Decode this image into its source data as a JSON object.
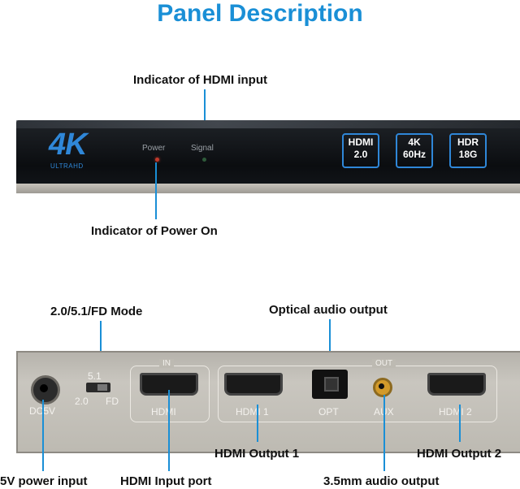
{
  "title": "Panel Description",
  "front": {
    "callout_signal": "Indicator of HDMI input",
    "callout_power": "Indicator of Power On",
    "logo_main": "4K",
    "logo_sub": "ULTRAHD",
    "power_label": "Power",
    "signal_label": "Signal",
    "badges": [
      {
        "line1": "HDMI",
        "line2": "2.0"
      },
      {
        "line1": "4K",
        "line2": "60Hz"
      },
      {
        "line1": "HDR",
        "line2": "18G"
      }
    ]
  },
  "rear": {
    "callout_mode": "2.0/5.1/FD  Mode",
    "callout_optical": "Optical audio output",
    "callout_out1": "HDMI Output 1",
    "callout_out2": "HDMI Output 2",
    "callout_power": "5V power input",
    "callout_input": "HDMI Input port",
    "callout_aux": "3.5mm audio output",
    "label_dc": "DC5V",
    "switch_top": "5.1",
    "switch_left": "2.0",
    "switch_right": "FD",
    "in_tag": "IN",
    "in_label": "HDMI",
    "out_tag": "OUT",
    "label_hdmi1": "HDMI 1",
    "label_opt": "OPT",
    "label_aux": "AUX",
    "label_hdmi2": "HDMI 2"
  },
  "colors": {
    "accent": "#1a8fd6",
    "led_power": "#c0392b",
    "led_signal": "#2e5a3a"
  }
}
